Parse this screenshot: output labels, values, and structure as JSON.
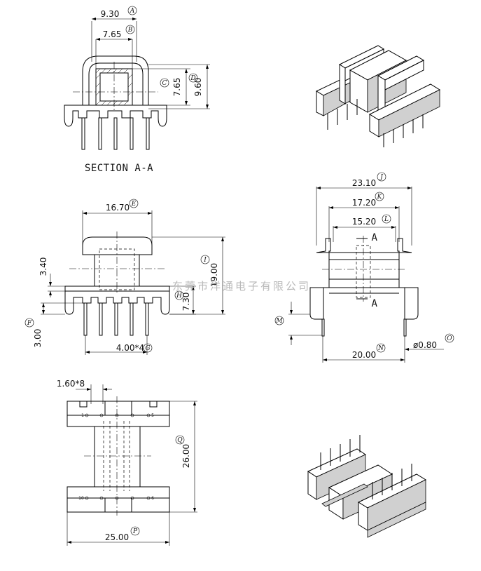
{
  "section_title": "SECTION A-A",
  "section_marker": "A",
  "watermark": "东莞市洋通电子有限公司",
  "dimensions": [
    {
      "id": "A",
      "value": "9.30"
    },
    {
      "id": "B",
      "value": "7.65"
    },
    {
      "id": "C",
      "value": "7.65"
    },
    {
      "id": "D",
      "value": "9.60"
    },
    {
      "id": "E",
      "value": "16.70"
    },
    {
      "id": "F",
      "value": "3.00"
    },
    {
      "id": "G",
      "value": "4.00*4"
    },
    {
      "id": "H",
      "value": "7.30"
    },
    {
      "id": "I",
      "value": "19.00"
    },
    {
      "id": "J",
      "value": "23.10"
    },
    {
      "id": "K",
      "value": "17.20"
    },
    {
      "id": "L",
      "value": "15.20"
    },
    {
      "id": "M",
      "value": ""
    },
    {
      "id": "N",
      "value": "20.00"
    },
    {
      "id": "O",
      "value": "ø0.80"
    },
    {
      "id": "P",
      "value": "25.00"
    },
    {
      "id": "Q",
      "value": "26.00"
    }
  ],
  "unlabeled_dimensions": {
    "top_gap": "3.40",
    "pin_pitch": "1.60*8"
  },
  "pin_numbers": {
    "top_left": "1",
    "top_right": "5",
    "bottom_left": "10",
    "bottom_right": "6"
  }
}
